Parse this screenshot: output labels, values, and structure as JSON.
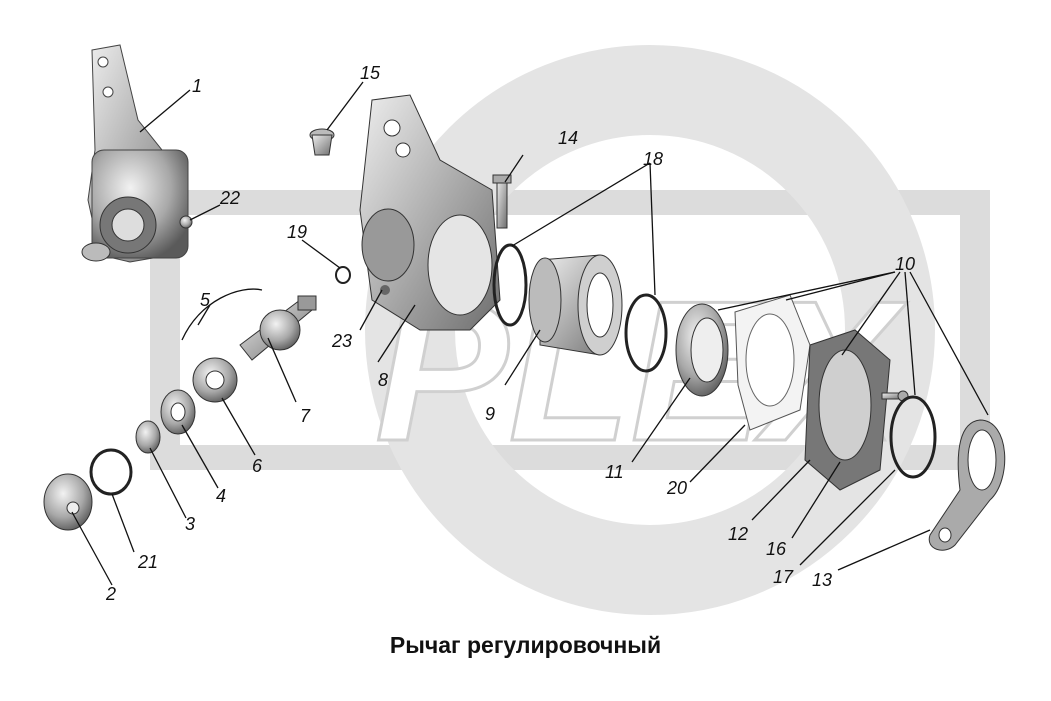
{
  "caption": "Рычаг регулировочный",
  "watermark": "PLEX",
  "callouts": {
    "c1": "1",
    "c2": "2",
    "c3": "3",
    "c4": "4",
    "c5": "5",
    "c6": "6",
    "c7": "7",
    "c8": "8",
    "c9": "9",
    "c10": "10",
    "c11": "11",
    "c12": "12",
    "c13": "13",
    "c14": "14",
    "c15": "15",
    "c16": "16",
    "c17": "17",
    "c18": "18",
    "c19": "19",
    "c20": "20",
    "c21": "21",
    "c22": "22",
    "c23": "23"
  },
  "colors": {
    "watermark": "#dcdcdc",
    "ink": "#111111",
    "metal": "#9a9a9a"
  }
}
